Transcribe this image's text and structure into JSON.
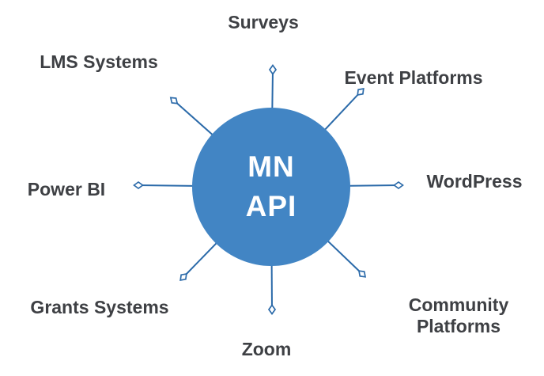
{
  "diagram": {
    "title": "MN API integrations hub-and-spoke diagram",
    "hub": {
      "line1": "MN",
      "line2": "API"
    },
    "spokes": [
      {
        "id": "surveys",
        "label": "Surveys",
        "direction": "top"
      },
      {
        "id": "event-platforms",
        "label": "Event Platforms",
        "direction": "top-right"
      },
      {
        "id": "wordpress",
        "label": "WordPress",
        "direction": "right"
      },
      {
        "id": "community-platforms",
        "label": "Community Platforms",
        "direction": "bottom-right"
      },
      {
        "id": "zoom",
        "label": "Zoom",
        "direction": "bottom"
      },
      {
        "id": "grants-systems",
        "label": "Grants Systems",
        "direction": "bottom-left"
      },
      {
        "id": "power-bi",
        "label": "Power BI",
        "direction": "left"
      },
      {
        "id": "lms-systems",
        "label": "LMS Systems",
        "direction": "top-left"
      }
    ],
    "colors": {
      "hub_fill": "#4285C4",
      "spoke_line": "#2B6AA9",
      "hub_text": "#FFFFFF",
      "label_text": "#3E4044",
      "background": "#FFFFFF"
    }
  }
}
